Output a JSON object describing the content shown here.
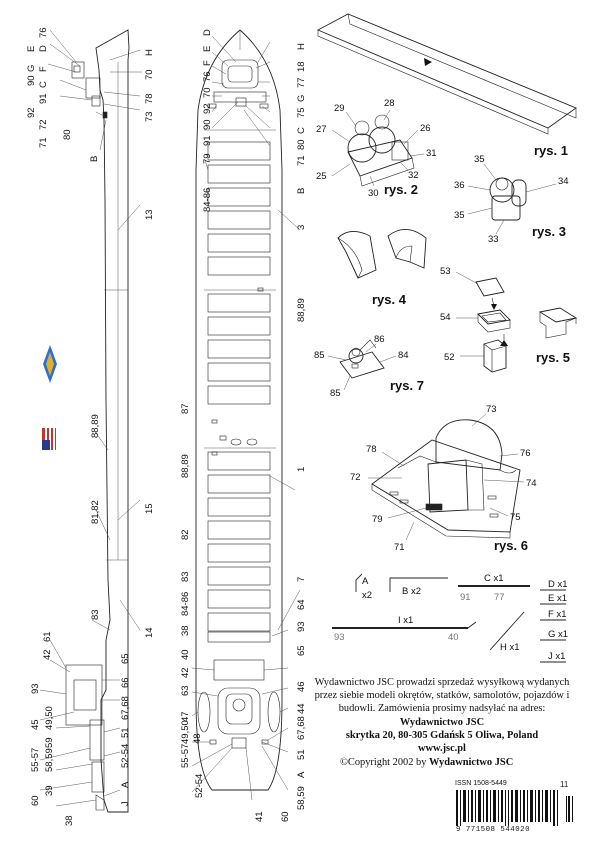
{
  "side_view_labels": {
    "top": [
      "76",
      "E",
      "D",
      "G",
      "90",
      "F",
      "C",
      "92",
      "91",
      "72",
      "71",
      "80"
    ],
    "right": [
      "H",
      "70",
      "78",
      "73",
      "B",
      "13",
      "15"
    ],
    "mid": [
      "88,89",
      "81,82",
      "83",
      "14",
      "65",
      "66",
      "67,68",
      "51",
      "52-54",
      "A",
      "J"
    ],
    "bottom_left": [
      "61",
      "42",
      "93",
      "45",
      "49,50",
      "59",
      "55-57",
      "58,59",
      "39",
      "60",
      "38"
    ]
  },
  "top_view_labels": {
    "bow": [
      "D",
      "E",
      "F",
      "76",
      "70",
      "92",
      "90",
      "91",
      "H",
      "18",
      "77",
      "G",
      "75",
      "C",
      "80",
      "71"
    ],
    "body": [
      "79",
      "84-86",
      "B",
      "3",
      "88,89",
      "87",
      "88,89",
      "1",
      "82",
      "83",
      "84-86",
      "38",
      "7",
      "64",
      "93"
    ],
    "stern": [
      "40",
      "42",
      "63",
      "65",
      "46",
      "44",
      "47",
      "49,50",
      "48",
      "55-57",
      "52-54",
      "67,68",
      "51",
      "A",
      "60",
      "41",
      "58,59"
    ]
  },
  "figures": {
    "rys1": "rys. 1",
    "rys2": "rys. 2",
    "rys3": "rys. 3",
    "rys4": "rys. 4",
    "rys5": "rys. 5",
    "rys6": "rys. 6",
    "rys7": "rys. 7",
    "rys2_nums": [
      "29",
      "28",
      "27",
      "26",
      "31",
      "25",
      "30",
      "32"
    ],
    "rys3_nums": [
      "35",
      "36",
      "34",
      "35",
      "33"
    ],
    "rys5_nums": [
      "53",
      "54",
      "52"
    ],
    "rys7_nums": [
      "86",
      "85",
      "84",
      "85"
    ],
    "rys6_nums": [
      "73",
      "78",
      "76",
      "72",
      "74",
      "79",
      "75",
      "71"
    ]
  },
  "parts": {
    "A": "A",
    "A_x": "x2",
    "B": "B  x2",
    "C": "C  x1",
    "C_91": "91",
    "C_77": "77",
    "D": "D  x1",
    "E": "E  x1",
    "F": "F  x1",
    "G": "G  x1",
    "J": "J  x1",
    "I": "I  x1",
    "I_93": "93",
    "I_40": "40",
    "H": "H  x1"
  },
  "publisher": {
    "line1": "Wydawnictwo JSC prowadzi sprzedaż wysyłkową wydanych",
    "line2": "przez siebie modeli okrętów, statków, samolotów, pojazdów i",
    "line3": "budowli. Zamówienia prosimy nadsyłać na adres:",
    "name": "Wydawnictwo JSC",
    "address": "skrytka 20, 80-305 Gdańsk 5 Oliwa, Poland",
    "web": "www.jsc.pl"
  },
  "copyright": "©Copyright 2002 by",
  "copyright_owner": "Wydawnictwo JSC",
  "issn": "ISSN 1508-5449",
  "barcode_number": "9 771508 544020",
  "issue_code": "11"
}
